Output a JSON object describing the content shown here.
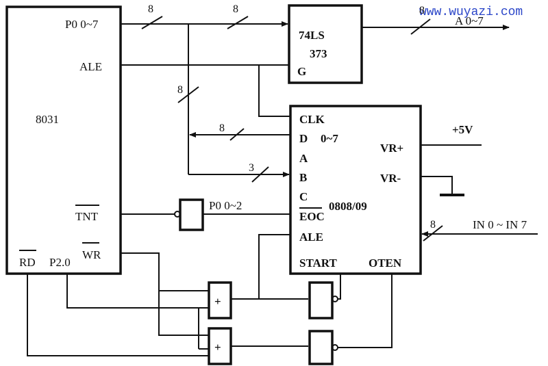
{
  "watermark": "www.wuyazi.com",
  "mcu": {
    "name": "8031",
    "port0": "P0 0~7",
    "ale": "ALE",
    "int_pin": "TNT",
    "rd_pin": "RD",
    "p20_pin": "P2.0",
    "wr_pin": "WR"
  },
  "latch": {
    "name_line1": "74LS",
    "name_line2": "373",
    "gate_pin": "G"
  },
  "adc": {
    "name": "0808/09",
    "clk": "CLK",
    "data": "D",
    "data_range": "0~7",
    "a": "A",
    "b": "B",
    "c": "C",
    "eoc": "EOC",
    "ale": "ALE",
    "start": "START",
    "oten": "OTEN",
    "vr_plus": "VR+",
    "vr_minus": "VR-"
  },
  "supply": "+5V",
  "address_bus": "A 0~7",
  "analog_inputs": "IN 0 ~ IN 7",
  "p0_low_label": "P0 0~2",
  "bus_width_8": "8",
  "bus_width_3": "3",
  "or_gate_symbol": "+"
}
